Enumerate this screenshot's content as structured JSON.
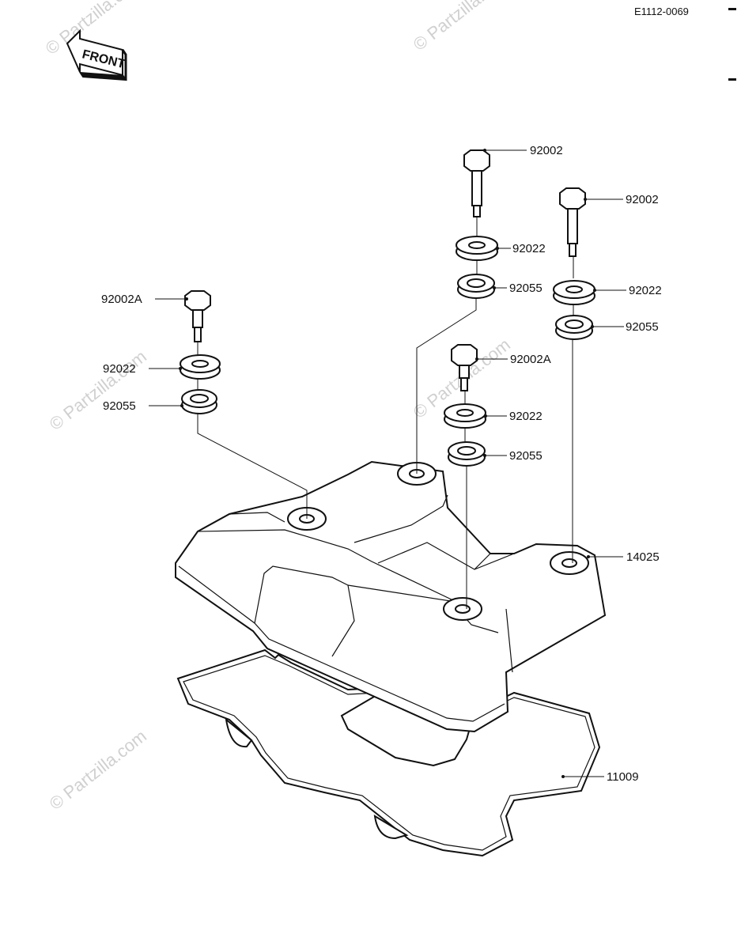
{
  "diagram": {
    "reference_code": "E1112-0069",
    "front_marker": "FRONT",
    "watermark": "© Partzilla.com",
    "parts": [
      {
        "id": "p1",
        "number": "92002"
      },
      {
        "id": "p2",
        "number": "92022"
      },
      {
        "id": "p3",
        "number": "92055"
      },
      {
        "id": "p4",
        "number": "92002"
      },
      {
        "id": "p5",
        "number": "92022"
      },
      {
        "id": "p6",
        "number": "92055"
      },
      {
        "id": "p7",
        "number": "92002A"
      },
      {
        "id": "p8",
        "number": "92022"
      },
      {
        "id": "p9",
        "number": "92055"
      },
      {
        "id": "p10",
        "number": "92002A"
      },
      {
        "id": "p11",
        "number": "92022"
      },
      {
        "id": "p12",
        "number": "92055"
      },
      {
        "id": "p13",
        "number": "14025"
      },
      {
        "id": "p14",
        "number": "11009"
      }
    ]
  }
}
